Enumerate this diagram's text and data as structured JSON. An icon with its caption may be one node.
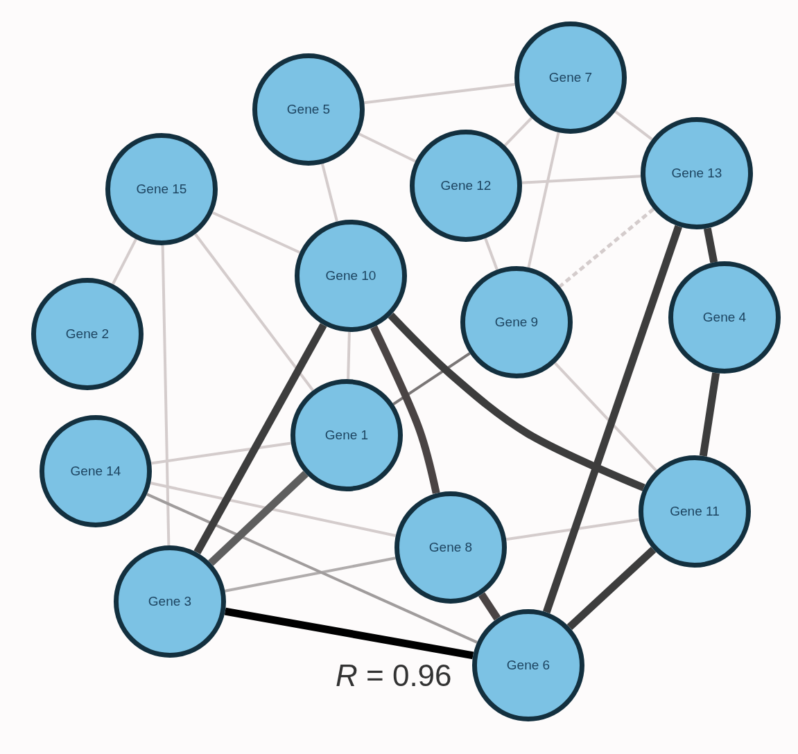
{
  "diagram": {
    "nodes": [
      {
        "text": [
          "Gene 7"
        ]
      },
      {
        "text": [
          "Gene 5"
        ]
      },
      {
        "text": [
          "Gene 13"
        ]
      },
      {
        "text": [
          "Gene 15"
        ]
      },
      {
        "text": [
          "Gene 12"
        ]
      },
      {
        "text": [
          "Gene 10"
        ]
      },
      {
        "text": [
          "Gene 9"
        ]
      },
      {
        "text": [
          "Gene 4"
        ]
      },
      {
        "text": [
          "Gene 2"
        ]
      },
      {
        "text": [
          "Gene 1"
        ]
      },
      {
        "text": [
          "Gene 14"
        ]
      },
      {
        "text": [
          "Gene 11"
        ]
      },
      {
        "text": [
          "Gene 8"
        ]
      },
      {
        "text": [
          "Gene 3"
        ]
      },
      {
        "text": [
          "Gene 6"
        ]
      }
    ],
    "edges": [
      {
        "from": 13,
        "to": 14,
        "arrow": "none",
        "label": "*R* = 0.96",
        "style": "thick",
        "color": "#000000"
      },
      {
        "from": 5,
        "to": 13,
        "arrow": "none",
        "style": "thick",
        "color": "#3d3d3d"
      },
      {
        "from": 9,
        "to": 13,
        "arrow": "none",
        "style": "thick",
        "color": "#5e5e5e"
      },
      {
        "from": 5,
        "to": 12,
        "arrow": "none",
        "style": "thick",
        "color": "#4a4444"
      },
      {
        "from": 5,
        "to": 11,
        "arrow": "none",
        "style": "thick",
        "color": "#3d3d3d"
      },
      {
        "from": 2,
        "to": 14,
        "arrow": "none",
        "style": "thick",
        "color": "#3d3d3d"
      },
      {
        "from": 2,
        "to": 7,
        "arrow": "none",
        "style": "thick",
        "color": "#3d3d3d"
      },
      {
        "from": 7,
        "to": 11,
        "arrow": "none",
        "style": "thick",
        "color": "#3d3d3d"
      },
      {
        "from": 11,
        "to": 14,
        "arrow": "none",
        "style": "thick",
        "color": "#3d3d3d"
      },
      {
        "from": 12,
        "to": 14,
        "arrow": "none",
        "style": "thick",
        "color": "#4a4444"
      },
      {
        "from": 6,
        "to": 9,
        "arrow": "none",
        "color": "#7a7676"
      },
      {
        "from": 2,
        "to": 6,
        "arrow": "none",
        "style": "dashed"
      },
      {
        "from": 1,
        "to": 0,
        "arrow": "none"
      },
      {
        "from": 1,
        "to": 4,
        "arrow": "none"
      },
      {
        "from": 1,
        "to": 5,
        "arrow": "none"
      },
      {
        "from": 0,
        "to": 4,
        "arrow": "none"
      },
      {
        "from": 0,
        "to": 2,
        "arrow": "none"
      },
      {
        "from": 0,
        "to": 6,
        "arrow": "none"
      },
      {
        "from": 3,
        "to": 8,
        "arrow": "none"
      },
      {
        "from": 3,
        "to": 9,
        "arrow": "none"
      },
      {
        "from": 3,
        "to": 5,
        "arrow": "none"
      },
      {
        "from": 10,
        "to": 12,
        "arrow": "none"
      },
      {
        "from": 10,
        "to": 14,
        "arrow": "none",
        "color": "#a09c9c"
      },
      {
        "from": 10,
        "to": 9,
        "arrow": "none"
      },
      {
        "from": 13,
        "to": 12,
        "arrow": "none",
        "color": "#b0acac"
      },
      {
        "from": 12,
        "to": 11,
        "arrow": "none"
      },
      {
        "from": 4,
        "to": 2,
        "arrow": "none"
      },
      {
        "from": 4,
        "to": 6,
        "arrow": "none"
      },
      {
        "from": 5,
        "to": 9,
        "arrow": "none"
      },
      {
        "from": 6,
        "to": 11,
        "arrow": "none"
      },
      {
        "from": 3,
        "to": 13,
        "arrow": "none"
      }
    ]
  }
}
